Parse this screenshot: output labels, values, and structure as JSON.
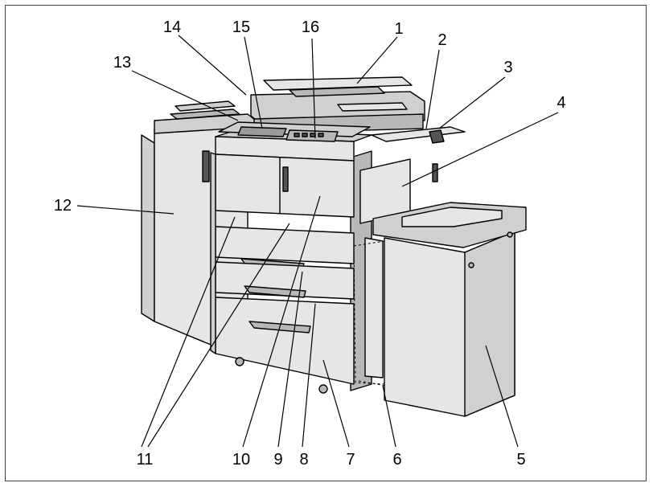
{
  "diagram": {
    "callouts": [
      {
        "id": "1",
        "label": "1"
      },
      {
        "id": "2",
        "label": "2"
      },
      {
        "id": "3",
        "label": "3"
      },
      {
        "id": "4",
        "label": "4"
      },
      {
        "id": "5",
        "label": "5"
      },
      {
        "id": "6",
        "label": "6"
      },
      {
        "id": "7",
        "label": "7"
      },
      {
        "id": "8",
        "label": "8"
      },
      {
        "id": "9",
        "label": "9"
      },
      {
        "id": "10",
        "label": "10"
      },
      {
        "id": "11",
        "label": "11"
      },
      {
        "id": "12",
        "label": "12"
      },
      {
        "id": "13",
        "label": "13"
      },
      {
        "id": "14",
        "label": "14"
      },
      {
        "id": "15",
        "label": "15"
      },
      {
        "id": "16",
        "label": "16"
      }
    ],
    "colors": {
      "line": "#000000",
      "panel_light": "#e6e6e6",
      "panel_mid": "#d0d0d0",
      "panel_dark": "#b8b8b8"
    }
  }
}
